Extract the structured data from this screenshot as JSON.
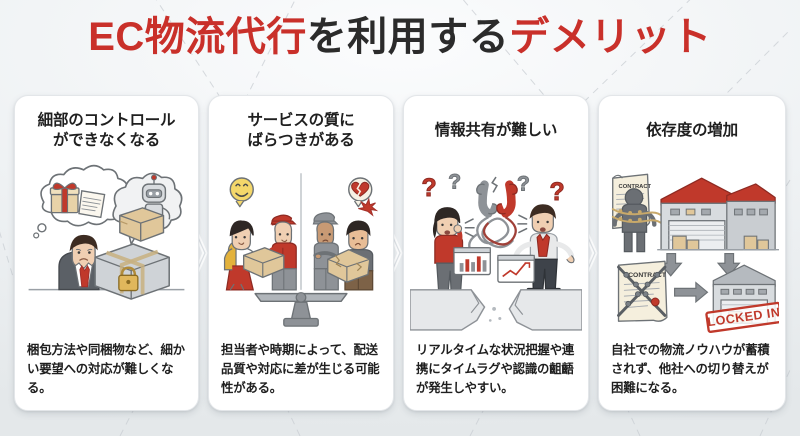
{
  "page": {
    "title_segments": [
      {
        "text": "EC物流代行",
        "color": "#c9302a"
      },
      {
        "text": "を利用する",
        "color": "#2b2b2b"
      },
      {
        "text": "デメリット",
        "color": "#c9302a"
      }
    ],
    "title_plain": "EC物流代行を利用するデメリット",
    "background_color": "#eef1f3",
    "accent_color": "#c9302a",
    "text_color": "#1f1f1f"
  },
  "cards": [
    {
      "title_line1": "細部のコントロール",
      "title_line2": "ができなくなる",
      "body": "梱包方法や同梱物など、細かい要望への対応が難しくなる。",
      "illustration": "worried-businessman-locked-box-robot"
    },
    {
      "title_line1": "サービスの質に",
      "title_line2": "ばらつきがある",
      "body": "担当者や時期によって、配送品質や対応に差が生じる可能性がある。",
      "illustration": "balance-scale-happy-vs-unhappy-delivery"
    },
    {
      "title_line1": "情報共有が難しい",
      "title_line2": "",
      "body": "リアルタイムな状況把握や連携にタイムラグや認識の齟齬が発生しやすい。",
      "illustration": "two-people-across-chasm-tangled-phones"
    },
    {
      "title_line1": "依存度の増加",
      "title_line2": "",
      "body": "自社での物流ノウハウが蓄積されず、他社への切り替えが困難になる。",
      "illustration": "chained-contract-warehouse-locked-in"
    }
  ],
  "illustration_labels": {
    "contract_top": "CONTRACT",
    "contract_bottom": "CONTRACT",
    "locked_in_stamp": "LOCKED IN"
  }
}
